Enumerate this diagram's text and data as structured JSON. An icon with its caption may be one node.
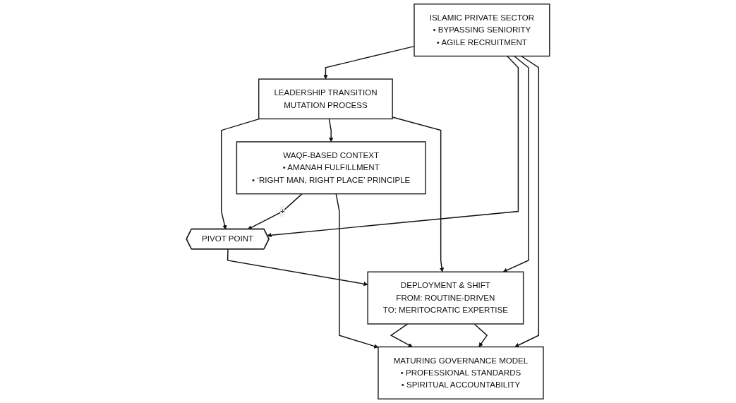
{
  "diagram": {
    "nodes": [
      {
        "text": [
          "LEADERSHIP TRANSITION",
          "MUTATION PROCESS"
        ]
      },
      {
        "text": [
          "ISLAMIC PRIVATE SECTOR",
          "• BYPASSING SENIORITY",
          "• AGILE RECRUITMENT"
        ]
      },
      {
        "text": [
          "PIVOT POINT"
        ]
      },
      {
        "text": [
          "WAQF-BASED CONTEXT",
          "• AMANAH FULFILLMENT",
          "• ‘RIGHT MAN, RIGHT PLACE’ PRINCIPLE"
        ]
      },
      {
        "text": [
          "DEPLOYMENT & SHIFT",
          "FROM: ROUTINE-DRIVEN",
          "TO: MERITOCRATIC EXPERTISE"
        ]
      },
      {
        "text": [
          "MATURING GOVERNANCE MODEL",
          "• PROFESSIONAL STANDARDS",
          "• SPIRITUAL ACCOUNTABILITY"
        ]
      }
    ],
    "edges": [
      {
        "from": 1,
        "to": 0,
        "arrow": "to"
      },
      {
        "from": 0,
        "to": 2,
        "arrow": "to"
      },
      {
        "from": 0,
        "to": 3,
        "arrow": "to"
      },
      {
        "from": 1,
        "to": 2,
        "arrow": "to"
      },
      {
        "from": 3,
        "to": 2,
        "arrow": "to",
        "label": "+"
      },
      {
        "from": 2,
        "to": 4,
        "arrow": "to"
      },
      {
        "from": 0,
        "to": 4,
        "arrow": "to"
      },
      {
        "from": 1,
        "to": 4,
        "arrow": "to"
      },
      {
        "from": 4,
        "to": 5,
        "arrow": "to"
      },
      {
        "from": 4,
        "to": 5,
        "arrow": "to"
      },
      {
        "from": 1,
        "to": 5,
        "arrow": "to"
      },
      {
        "from": 3,
        "to": 5,
        "arrow": "to"
      }
    ]
  }
}
